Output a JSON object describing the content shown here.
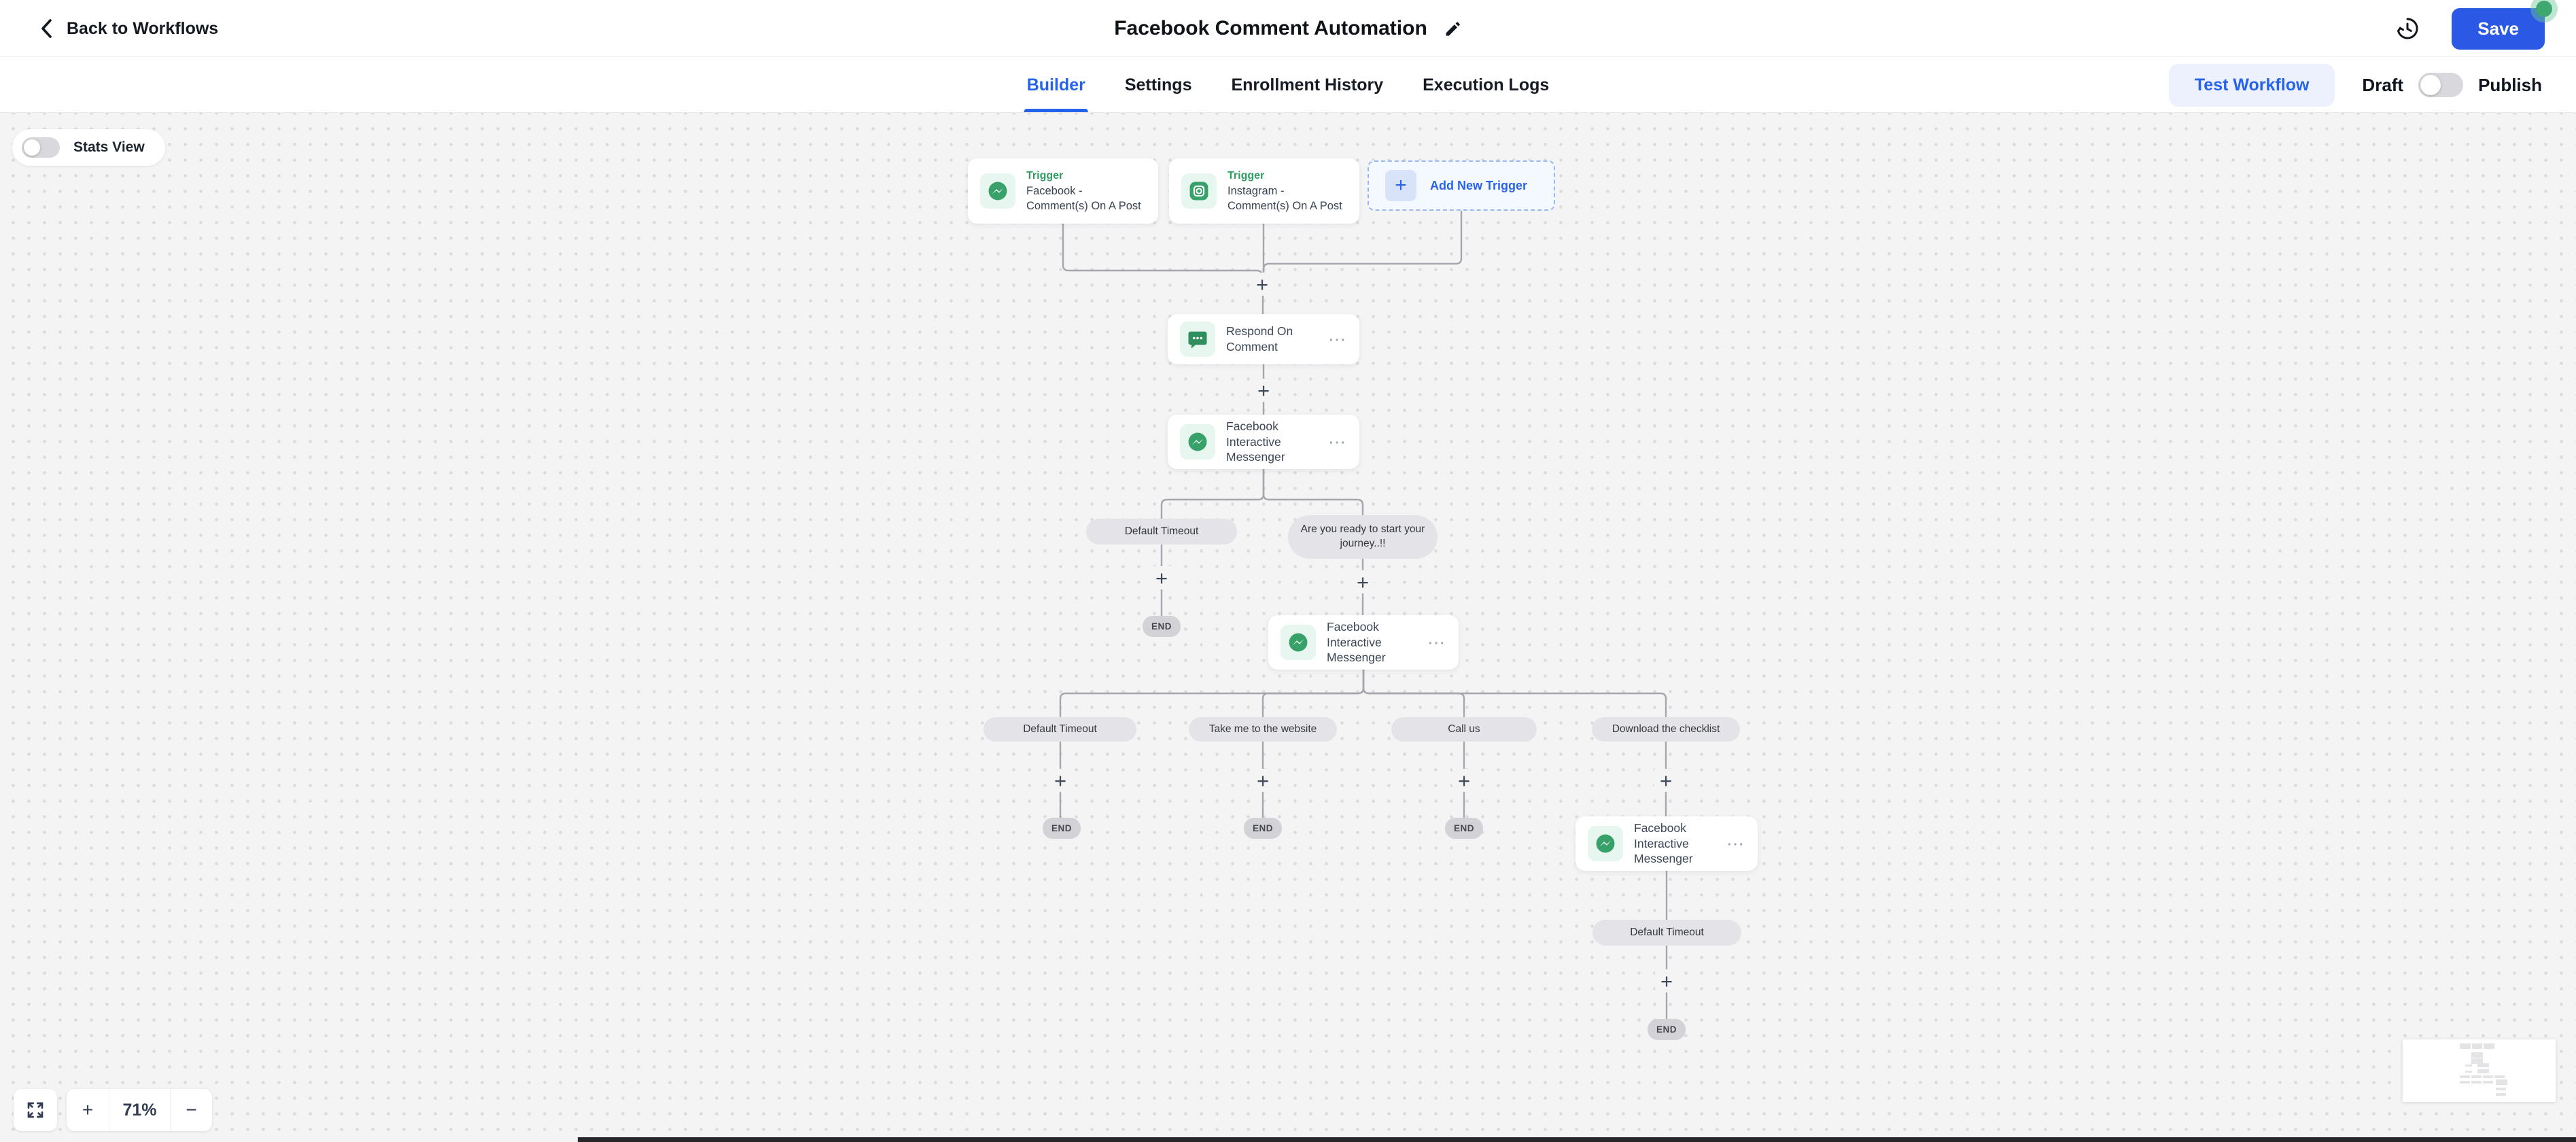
{
  "header": {
    "back_label": "Back to Workflows",
    "title": "Facebook Comment Automation",
    "save_label": "Save"
  },
  "tabs": [
    {
      "label": "Builder",
      "active": true
    },
    {
      "label": "Settings",
      "active": false
    },
    {
      "label": "Enrollment History",
      "active": false
    },
    {
      "label": "Execution Logs",
      "active": false
    }
  ],
  "actions": {
    "test_workflow": "Test Workflow",
    "draft_label": "Draft",
    "publish_label": "Publish",
    "publish_toggle_state": "off"
  },
  "canvas": {
    "stats_view": "Stats View",
    "zoom_level": "71%",
    "trigger_fb": {
      "tag": "Trigger",
      "name": "Facebook - Comment(s) On A Post"
    },
    "trigger_ig": {
      "tag": "Trigger",
      "name": "Instagram - Comment(s) On A Post"
    },
    "add_trigger": "Add New Trigger",
    "node_respond": "Respond On Comment",
    "node_fbim": "Facebook Interactive Messenger",
    "branch_default_timeout": "Default Timeout",
    "branch_ready": "Are you ready to start your journey..!!",
    "branch_website": "Take me to the website",
    "branch_call": "Call us",
    "branch_checklist": "Download the checklist",
    "end_label": "END",
    "menu_glyph": "⋯",
    "plus_glyph": "+",
    "minus_glyph": "−"
  },
  "colors": {
    "accent_blue": "#2563eb",
    "save_blue": "#2b58e4",
    "trigger_green": "#2e9e63",
    "icon_green": "#37a169",
    "canvas_bg": "#f4f4f5",
    "unsaved_dot_green": "#3fa871"
  }
}
